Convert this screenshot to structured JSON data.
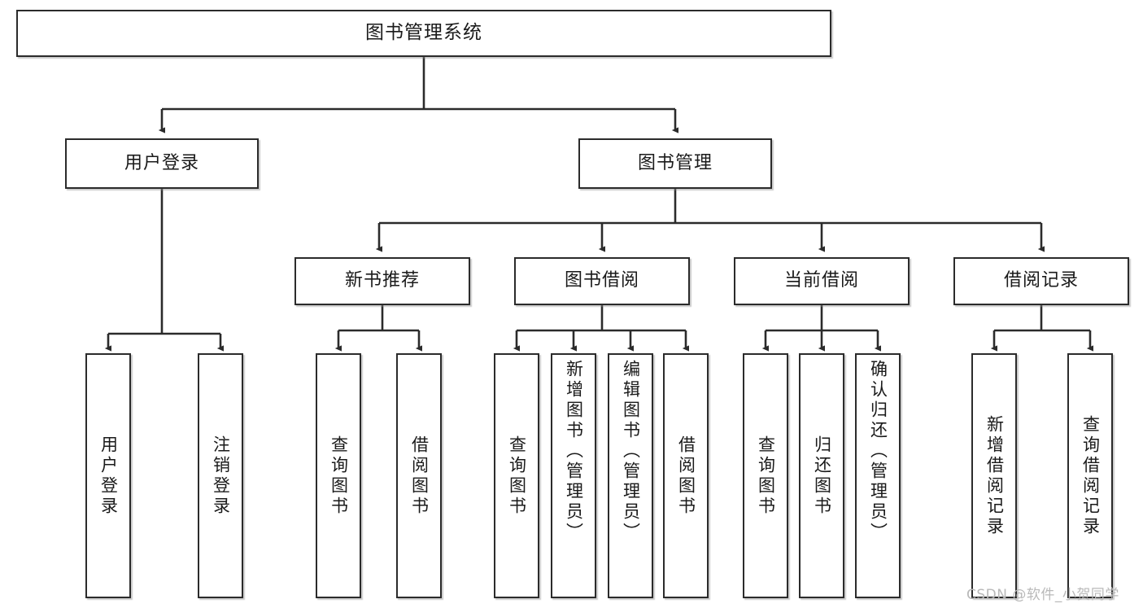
{
  "diagram": {
    "title": "图书管理系统",
    "type": "tree-hierarchy-diagram",
    "root": {
      "id": "root",
      "label": "图书管理系统"
    },
    "level2": [
      {
        "id": "user-login",
        "label": "用户登录"
      },
      {
        "id": "book-management",
        "label": "图书管理"
      }
    ],
    "level3": [
      {
        "id": "new-book-recommend",
        "label": "新书推荐"
      },
      {
        "id": "book-borrow",
        "label": "图书借阅"
      },
      {
        "id": "current-borrow",
        "label": "当前借阅"
      },
      {
        "id": "borrow-record",
        "label": "借阅记录"
      }
    ],
    "leaves": {
      "user_login": [
        {
          "id": "leaf-user-login",
          "label": "用户登录"
        },
        {
          "id": "leaf-logout-login",
          "label": "注销登录"
        }
      ],
      "new_book_recommend": [
        {
          "id": "leaf-query-book-1",
          "label": "查询图书"
        },
        {
          "id": "leaf-borrow-book-1",
          "label": "借阅图书"
        }
      ],
      "book_borrow": [
        {
          "id": "leaf-query-book-2",
          "label": "查询图书"
        },
        {
          "id": "leaf-add-book-admin",
          "label": "新增图书（管理员）"
        },
        {
          "id": "leaf-edit-book-admin",
          "label": "编辑图书（管理员）"
        },
        {
          "id": "leaf-borrow-book-2",
          "label": "借阅图书"
        }
      ],
      "current_borrow": [
        {
          "id": "leaf-query-book-3",
          "label": "查询图书"
        },
        {
          "id": "leaf-return-book",
          "label": "归还图书"
        },
        {
          "id": "leaf-confirm-return-admin",
          "label": "确认归还（管理员）"
        }
      ],
      "borrow_record": [
        {
          "id": "leaf-add-borrow-record",
          "label": "新增借阅记录"
        },
        {
          "id": "leaf-query-borrow-record",
          "label": "查询借阅记录"
        }
      ]
    }
  },
  "watermark": {
    "text": "CSDN @软件_小贺同学"
  },
  "colors": {
    "stroke": "#2b2b2b",
    "fill": "#ffffff",
    "text": "#1a1a1a",
    "watermark": "#b9b9b9"
  }
}
